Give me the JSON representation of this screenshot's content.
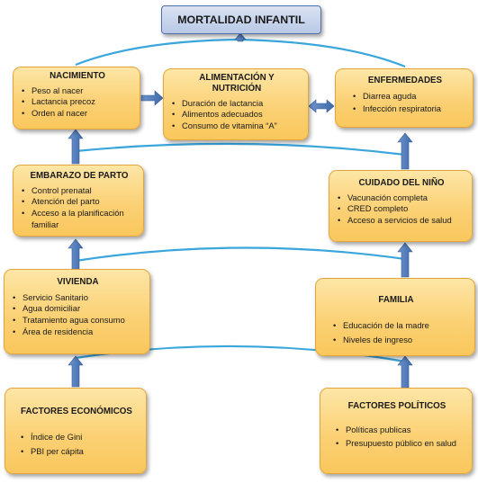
{
  "title": "MORTALIDAD INFANTIL",
  "nodes": {
    "nacimiento": {
      "title": "NACIMIENTO",
      "items": [
        "Peso al nacer",
        "Lactancia precoz",
        "Orden al nacer"
      ]
    },
    "alimentacion": {
      "title": "ALIMENTACIÓN Y NUTRICIÓN",
      "items": [
        "Duración de lactancia",
        "Alimentos adecuados",
        "Consumo de vitamina “A”"
      ]
    },
    "enfermedades": {
      "title": "ENFERMEDADES",
      "items": [
        "Diarrea aguda",
        "Infección respiratoria"
      ]
    },
    "embarazo": {
      "title": "EMBARAZO DE PARTO",
      "items": [
        "Control prenatal",
        "Atención del parto",
        "Acceso a la planificación familiar"
      ]
    },
    "cuidado": {
      "title": "CUIDADO DEL NIÑO",
      "items": [
        "Vacunación completa",
        "CRED completo",
        "Acceso a servicios de salud"
      ]
    },
    "vivienda": {
      "title": "VIVIENDA",
      "items": [
        "Servicio Sanitario",
        "Agua domiciliar",
        "Tratamiento agua consumo",
        "Área de residencia"
      ]
    },
    "familia": {
      "title": "FAMILIA",
      "items": [
        "Educación de la madre",
        "Niveles de ingreso"
      ]
    },
    "economicos": {
      "title": "FACTORES ECONÓMICOS",
      "items": [
        "Índice de Gini",
        "PBI per cápita"
      ]
    },
    "politicos": {
      "title": "FACTORES POLÍTICOS",
      "items": [
        "Políticas publicas",
        "Presupuesto público en salud"
      ]
    }
  },
  "colors": {
    "box_fill": "#fbd175",
    "box_border": "#e4a63a",
    "title_fill": "#b8c8e6",
    "title_border": "#4f6fa8",
    "connector": "#3aa6dc",
    "arrow": "#4f81bd"
  }
}
